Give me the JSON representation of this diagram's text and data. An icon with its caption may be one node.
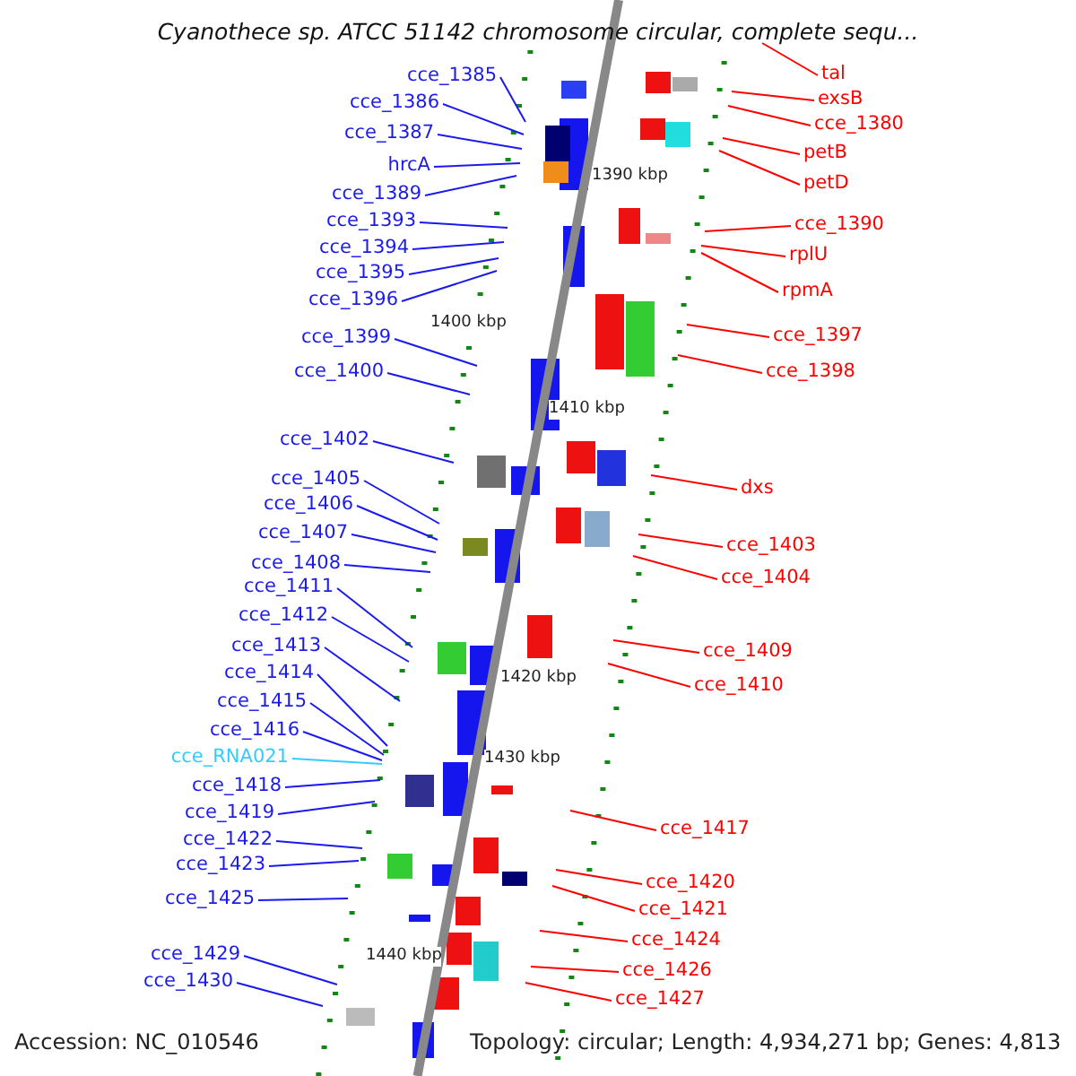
{
  "diagram": {
    "title": "Cyanothece sp. ATCC 51142 chromosome circular, complete sequ...",
    "nodes": [
      {
        "text": [
          "cce_1385"
        ]
      },
      {
        "text": [
          "cce_1386"
        ]
      },
      {
        "text": [
          "cce_1387"
        ]
      },
      {
        "text": [
          "hrcA"
        ]
      },
      {
        "text": [
          "cce_1389"
        ]
      },
      {
        "text": [
          "cce_1393"
        ]
      },
      {
        "text": [
          "cce_1394"
        ]
      },
      {
        "text": [
          "cce_1395"
        ]
      },
      {
        "text": [
          "cce_1396"
        ]
      },
      {
        "text": [
          "cce_1399"
        ]
      },
      {
        "text": [
          "cce_1400"
        ]
      },
      {
        "text": [
          "cce_1402"
        ]
      },
      {
        "text": [
          "cce_1405"
        ]
      },
      {
        "text": [
          "cce_1406"
        ]
      },
      {
        "text": [
          "cce_1407"
        ]
      },
      {
        "text": [
          "cce_1408"
        ]
      },
      {
        "text": [
          "cce_1411"
        ]
      },
      {
        "text": [
          "cce_1412"
        ]
      },
      {
        "text": [
          "cce_1413"
        ]
      },
      {
        "text": [
          "cce_1414"
        ]
      },
      {
        "text": [
          "cce_1415"
        ]
      },
      {
        "text": [
          "cce_1416"
        ]
      },
      {
        "text": [
          "cce_RNA021"
        ]
      },
      {
        "text": [
          "cce_1418"
        ]
      },
      {
        "text": [
          "cce_1419"
        ]
      },
      {
        "text": [
          "cce_1422"
        ]
      },
      {
        "text": [
          "cce_1423"
        ]
      },
      {
        "text": [
          "cce_1425"
        ]
      },
      {
        "text": [
          "cce_1429"
        ]
      },
      {
        "text": [
          "cce_1430"
        ]
      },
      {
        "text": [
          "tal"
        ]
      },
      {
        "text": [
          "exsB"
        ]
      },
      {
        "text": [
          "cce_1380"
        ]
      },
      {
        "text": [
          "petB"
        ]
      },
      {
        "text": [
          "petD"
        ]
      },
      {
        "text": [
          "cce_1390"
        ]
      },
      {
        "text": [
          "rplU"
        ]
      },
      {
        "text": [
          "rpmA"
        ]
      },
      {
        "text": [
          "cce_1397"
        ]
      },
      {
        "text": [
          "cce_1398"
        ]
      },
      {
        "text": [
          "dxs"
        ]
      },
      {
        "text": [
          "cce_1403"
        ]
      },
      {
        "text": [
          "cce_1404"
        ]
      },
      {
        "text": [
          "cce_1409"
        ]
      },
      {
        "text": [
          "cce_1410"
        ]
      },
      {
        "text": [
          "cce_1417"
        ]
      },
      {
        "text": [
          "cce_1420"
        ]
      },
      {
        "text": [
          "cce_1421"
        ]
      },
      {
        "text": [
          "cce_1424"
        ]
      },
      {
        "text": [
          "cce_1426"
        ]
      },
      {
        "text": [
          "cce_1427"
        ]
      }
    ],
    "edges": [
      {
        "from": 0,
        "to": null,
        "arrow": "none"
      },
      {
        "from": 1,
        "to": null,
        "arrow": "none"
      },
      {
        "from": 2,
        "to": null,
        "arrow": "none"
      },
      {
        "from": 3,
        "to": null,
        "arrow": "none"
      },
      {
        "from": 4,
        "to": null,
        "arrow": "none"
      },
      {
        "from": 5,
        "to": null,
        "arrow": "none"
      },
      {
        "from": 6,
        "to": null,
        "arrow": "none"
      },
      {
        "from": 7,
        "to": null,
        "arrow": "none"
      },
      {
        "from": 8,
        "to": null,
        "arrow": "none"
      },
      {
        "from": 9,
        "to": null,
        "arrow": "none"
      },
      {
        "from": 10,
        "to": null,
        "arrow": "none"
      },
      {
        "from": 11,
        "to": null,
        "arrow": "none"
      },
      {
        "from": 12,
        "to": null,
        "arrow": "none"
      },
      {
        "from": 13,
        "to": null,
        "arrow": "none"
      },
      {
        "from": 14,
        "to": null,
        "arrow": "none"
      },
      {
        "from": 15,
        "to": null,
        "arrow": "none"
      },
      {
        "from": 16,
        "to": null,
        "arrow": "none"
      },
      {
        "from": 17,
        "to": null,
        "arrow": "none"
      },
      {
        "from": 18,
        "to": null,
        "arrow": "none"
      },
      {
        "from": 19,
        "to": null,
        "arrow": "none"
      },
      {
        "from": 20,
        "to": null,
        "arrow": "none"
      },
      {
        "from": 21,
        "to": null,
        "arrow": "none"
      },
      {
        "from": 22,
        "to": null,
        "arrow": "none",
        "color": "#33ccff"
      },
      {
        "from": 23,
        "to": null,
        "arrow": "none"
      },
      {
        "from": 24,
        "to": null,
        "arrow": "none"
      },
      {
        "from": 25,
        "to": null,
        "arrow": "none"
      },
      {
        "from": 26,
        "to": null,
        "arrow": "none"
      },
      {
        "from": 27,
        "to": null,
        "arrow": "none"
      },
      {
        "from": 28,
        "to": null,
        "arrow": "none"
      },
      {
        "from": 29,
        "to": null,
        "arrow": "none"
      },
      {
        "from": 30,
        "to": null,
        "arrow": "none",
        "color": "#ff0000"
      },
      {
        "from": 31,
        "to": null,
        "arrow": "none",
        "color": "#ff0000"
      },
      {
        "from": 32,
        "to": null,
        "arrow": "none",
        "color": "#ff0000"
      },
      {
        "from": 33,
        "to": null,
        "arrow": "none",
        "color": "#ff0000"
      },
      {
        "from": 34,
        "to": null,
        "arrow": "none",
        "color": "#ff0000"
      },
      {
        "from": 35,
        "to": null,
        "arrow": "none",
        "color": "#ff0000"
      },
      {
        "from": 36,
        "to": null,
        "arrow": "none",
        "color": "#ff0000"
      },
      {
        "from": 37,
        "to": null,
        "arrow": "none",
        "color": "#ff0000"
      },
      {
        "from": 38,
        "to": null,
        "arrow": "none",
        "color": "#ff0000"
      },
      {
        "from": 39,
        "to": null,
        "arrow": "none",
        "color": "#ff0000"
      },
      {
        "from": 40,
        "to": null,
        "arrow": "none",
        "color": "#ff0000"
      },
      {
        "from": 41,
        "to": null,
        "arrow": "none",
        "color": "#ff0000"
      },
      {
        "from": 42,
        "to": null,
        "arrow": "none",
        "color": "#ff0000"
      },
      {
        "from": 43,
        "to": null,
        "arrow": "none",
        "color": "#ff0000"
      },
      {
        "from": 44,
        "to": null,
        "arrow": "none",
        "color": "#ff0000"
      },
      {
        "from": 45,
        "to": null,
        "arrow": "none",
        "color": "#ff0000"
      },
      {
        "from": 46,
        "to": null,
        "arrow": "none",
        "color": "#ff0000"
      },
      {
        "from": 47,
        "to": null,
        "arrow": "none",
        "color": "#ff0000"
      },
      {
        "from": 48,
        "to": null,
        "arrow": "none",
        "color": "#ff0000"
      },
      {
        "from": 49,
        "to": null,
        "arrow": "none",
        "color": "#ff0000"
      },
      {
        "from": 50,
        "to": null,
        "arrow": "none",
        "color": "#ff0000"
      }
    ],
    "labels": [
      "1390 kbp",
      "1400 kbp",
      "1410 kbp",
      "1420 kbp",
      "1430 kbp",
      "1440 kbp",
      "Accession: NC_010546",
      "Topology: circular; Length: 4,934,271 bp; Genes: 4,813"
    ]
  }
}
